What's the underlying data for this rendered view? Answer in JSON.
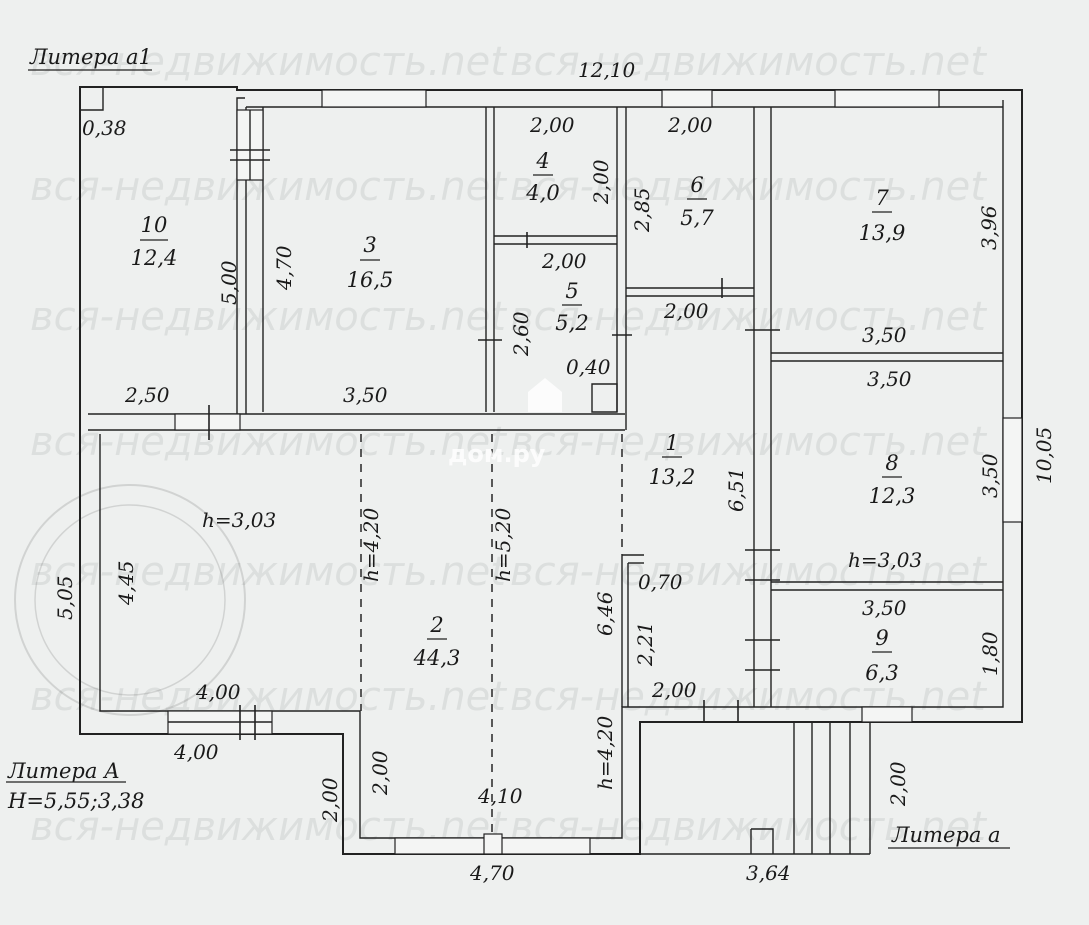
{
  "labels": {
    "litera_a1": "Литера а1",
    "litera_A": "Литера А",
    "litera_A_height": "H=5,55;3,38",
    "litera_a": "Литера а"
  },
  "watermark": {
    "text": "вся-недвижимость.net",
    "logo": "дом.ру"
  },
  "rooms": [
    {
      "id": "1",
      "num": "1",
      "area": "13,2"
    },
    {
      "id": "2",
      "num": "2",
      "area": "44,3"
    },
    {
      "id": "3",
      "num": "3",
      "area": "16,5"
    },
    {
      "id": "4",
      "num": "4",
      "area": "4,0"
    },
    {
      "id": "5",
      "num": "5",
      "area": "5,2"
    },
    {
      "id": "6",
      "num": "6",
      "area": "5,7"
    },
    {
      "id": "7",
      "num": "7",
      "area": "13,9"
    },
    {
      "id": "8",
      "num": "8",
      "area": "12,3"
    },
    {
      "id": "9",
      "num": "9",
      "area": "6,3"
    },
    {
      "id": "10",
      "num": "10",
      "area": "12,4"
    }
  ],
  "dimensions": {
    "top_total": "12,10",
    "d_038": "0,38",
    "d_500": "5,00",
    "d_470_r3": "4,70",
    "d_250": "2,50",
    "d_350_r3": "3,50",
    "d_200_r4_top": "2,00",
    "d_200_r4_side": "2,00",
    "d_200_r6_top": "2,00",
    "d_285": "2,85",
    "d_200_r5_top": "2,00",
    "d_260": "2,60",
    "d_040": "0,40",
    "d_200_corr": "2,00",
    "d_396": "3,96",
    "d_350_r7": "3,50",
    "d_350_r8_top": "3,50",
    "d_350_r8_side": "3,50",
    "d_1005": "10,05",
    "d_651": "6,51",
    "h_303_left": "h=3,03",
    "h_303_right": "h=3,03",
    "h_420_a": "h=4,20",
    "h_520": "h=5,20",
    "h_420_b": "h=4,20",
    "d_505": "5,05",
    "d_445": "4,45",
    "d_400_in": "4,00",
    "d_400_out": "4,00",
    "d_200_left": "2,00",
    "d_200_r2": "2,00",
    "d_410": "4,10",
    "d_470_bottom": "4,70",
    "d_646": "6,46",
    "d_070": "0,70",
    "d_221": "2,21",
    "d_200_r1": "2,00",
    "d_350_r9": "3,50",
    "d_180": "1,80",
    "d_200_porch": "2,00",
    "d_364": "3,64"
  }
}
